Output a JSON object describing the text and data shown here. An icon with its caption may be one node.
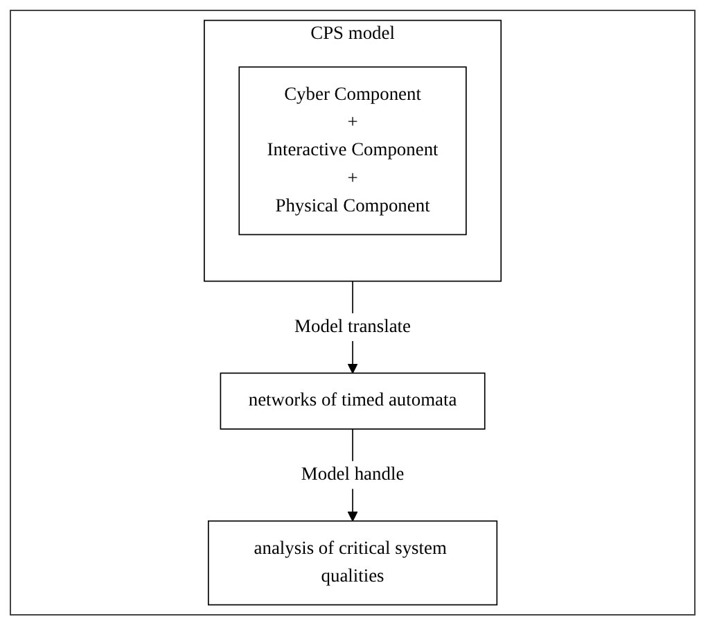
{
  "diagram": {
    "nodes": [
      {
        "text": [
          "CPS model"
        ]
      },
      {
        "text": [
          "Cyber Component",
          "+",
          "Interactive Component",
          "+",
          "Physical Component"
        ],
        "in": 0
      },
      {
        "text": [
          "networks of timed automata"
        ]
      },
      {
        "text": [
          "analysis of critical system qualities"
        ]
      }
    ],
    "edges": [
      {
        "from": 0,
        "to": 2,
        "arrow": "to",
        "label": "Model translate"
      },
      {
        "from": 2,
        "to": 3,
        "arrow": "to",
        "label": "Model handle"
      }
    ]
  }
}
